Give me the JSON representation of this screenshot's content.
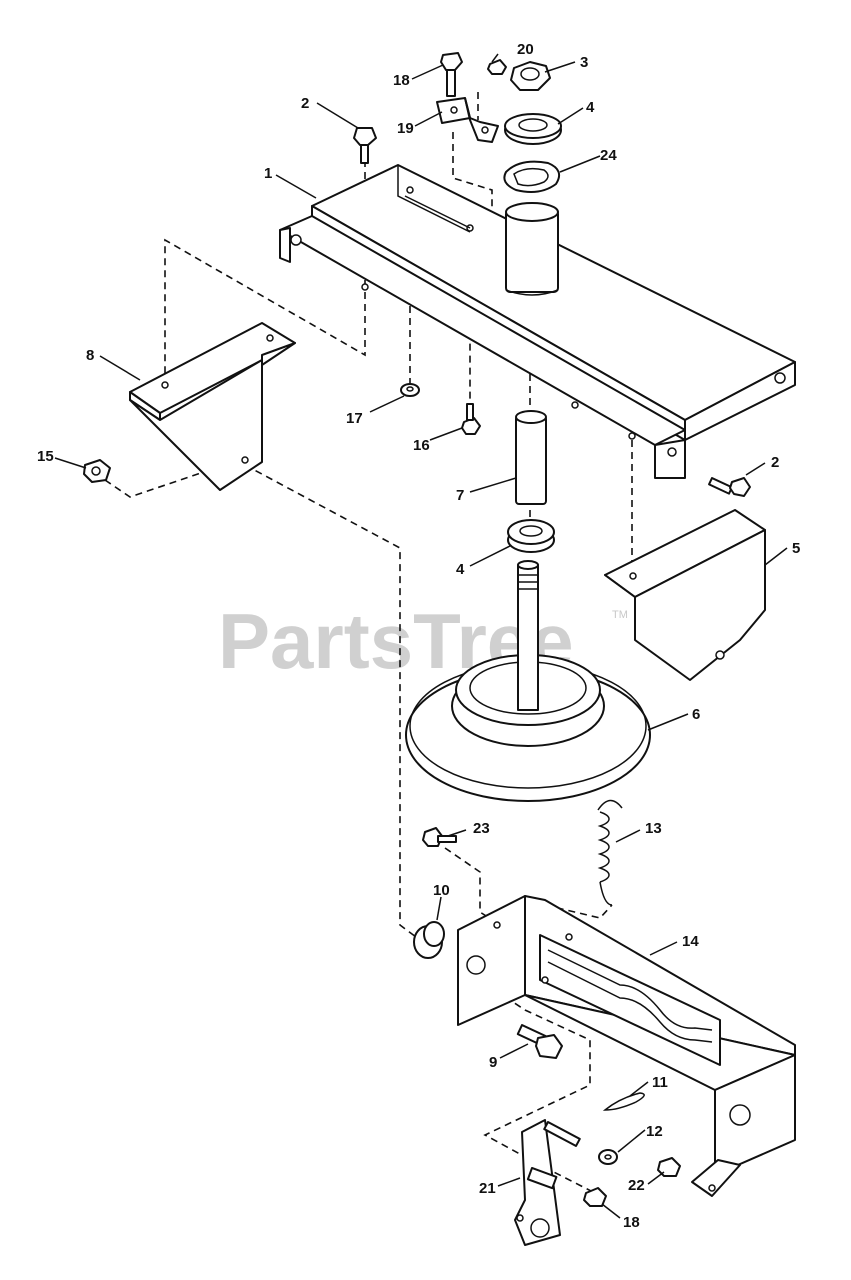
{
  "watermark": {
    "text": "PartsTree",
    "trademark": "TM"
  },
  "callouts": {
    "c1": "1",
    "c2a": "2",
    "c2b": "2",
    "c3": "3",
    "c4a": "4",
    "c4b": "4",
    "c5": "5",
    "c6": "6",
    "c7": "7",
    "c8": "8",
    "c9": "9",
    "c10": "10",
    "c11": "11",
    "c12": "12",
    "c13": "13",
    "c14": "14",
    "c15": "15",
    "c16": "16",
    "c17": "17",
    "c18a": "18",
    "c18b": "18",
    "c19": "19",
    "c20": "20",
    "c21": "21",
    "c22": "22",
    "c23": "23",
    "c24": "24"
  },
  "colors": {
    "line": "#111111",
    "watermark": "#d0d0d0",
    "background": "#ffffff"
  }
}
